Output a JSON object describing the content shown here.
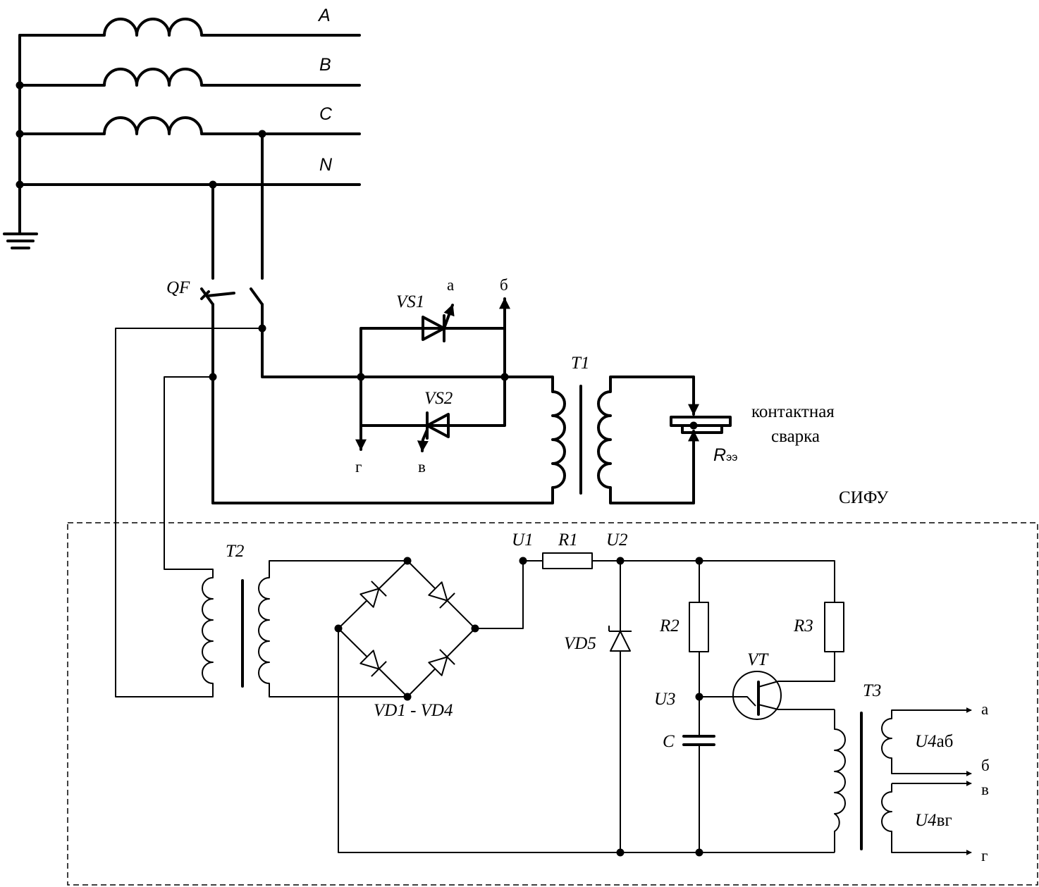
{
  "phases": [
    "A",
    "B",
    "C",
    "N"
  ],
  "components": {
    "qf": "QF",
    "vs1": "VS1",
    "vs2": "VS2",
    "t1": "T1",
    "t2": "T2",
    "t3": "T3",
    "r1": "R1",
    "r2": "R2",
    "r3": "R3",
    "c": "C",
    "vd5": "VD5",
    "vt": "VT",
    "bridge": "VD1 - VD4",
    "ree_main": "R",
    "ree_sub": "ээ"
  },
  "nodes": {
    "u1": "U1",
    "u2": "U2",
    "u3": "U3",
    "u4ab_main": "U4",
    "u4ab_sub": "аб",
    "u4vg_main": "U4",
    "u4vg_sub": "вг"
  },
  "terminals": {
    "top_a": "а",
    "top_b": "б",
    "top_g": "г",
    "top_v": "в",
    "out_a": "а",
    "out_b": "б",
    "out_v": "в",
    "out_g": "г"
  },
  "labels": {
    "welding_line1": "контактная",
    "welding_line2": "сварка",
    "sifu": "СИФУ"
  }
}
